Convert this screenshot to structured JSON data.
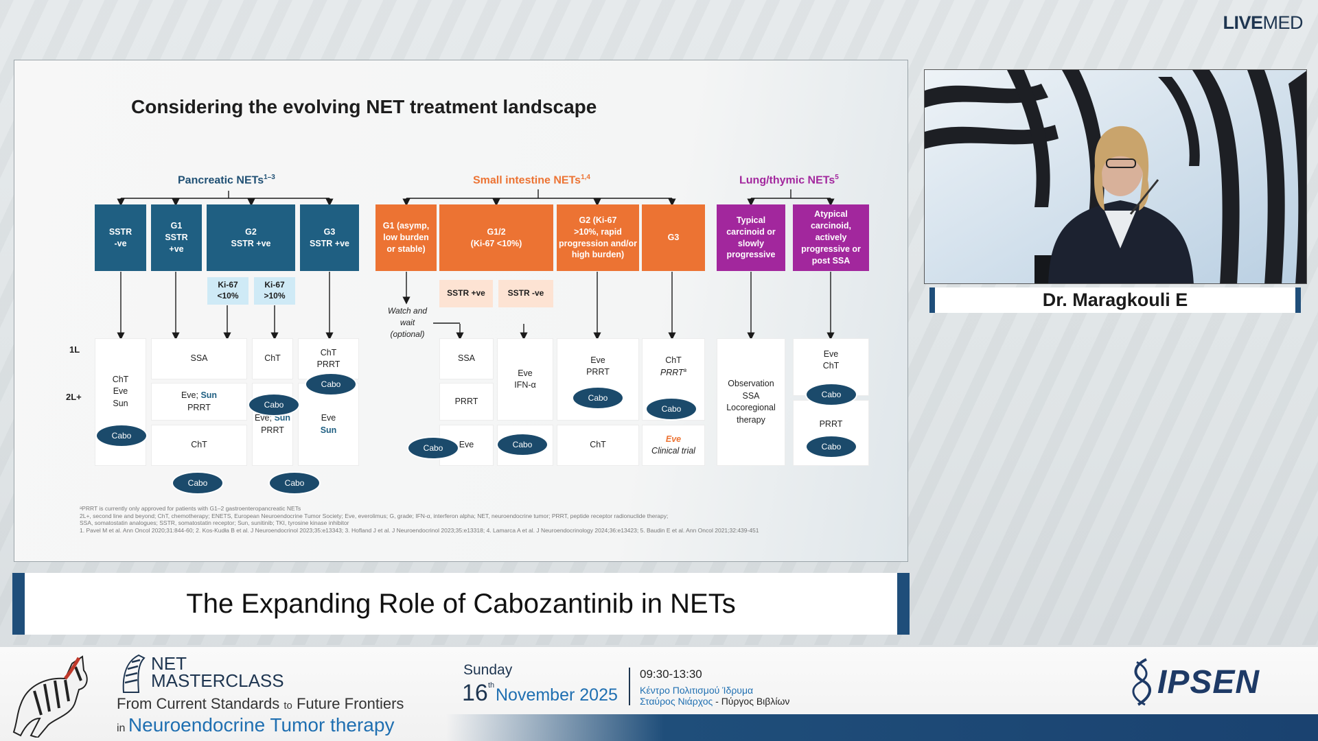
{
  "brand": {
    "live": "LIVE",
    "med": "MED"
  },
  "slide": {
    "title": "Considering the evolving NET treatment landscape",
    "sections": {
      "pancreatic": {
        "title": "Pancreatic NETs",
        "sup": "1–3",
        "color": "#1f5f82"
      },
      "small_intestine": {
        "title": "Small intestine NETs",
        "sup": "1,4",
        "color": "#ec7333"
      },
      "lung": {
        "title": "Lung/thymic NETs",
        "sup": "5",
        "color": "#a2279d"
      }
    },
    "line_labels": {
      "first": "1L",
      "second": "2L+"
    },
    "pancreatic_boxes": [
      "SSTR\n-ve",
      "G1\nSSTR\n+ve",
      "G2\nSSTR +ve",
      "G3\nSSTR +ve"
    ],
    "pancreatic_subs": [
      "Ki-67\n<10%",
      "Ki-67\n>10%"
    ],
    "si_boxes": [
      "G1 (asymp,\nlow burden\nor stable)",
      "G1/2\n(Ki-67 <10%)",
      "G2 (Ki-67\n>10%, rapid\nprogression and/or\nhigh burden)",
      "G3"
    ],
    "si_subs": [
      "SSTR +ve",
      "SSTR -ve"
    ],
    "watch_wait": "Watch and\nwait\n(optional)",
    "lung_boxes": [
      "Typical\ncarcinoid or\nslowly\nprogressive",
      "Atypical\ncarcinoid,\nactively\nprogressive or\npost SSA"
    ],
    "cells": {
      "p1": "ChT\nEve\nSun",
      "p2a": "SSA",
      "p2b_pre": "Eve; ",
      "p2b_sun": "Sun",
      "p2b_post": "\nPRRT",
      "p2c": "ChT",
      "p3a": "ChT",
      "p3b_pre": "Eve; ",
      "p3b_sun": "Sun",
      "p3b_post": "\nPRRT",
      "p4a": "ChT\nPRRT",
      "p4b_eve": "Eve",
      "p4b_sun": "Sun",
      "s1a": "SSA",
      "s1b": "PRRT",
      "s1c": "Eve",
      "s2": "Eve\nIFN-α",
      "s3a": "Eve\nPRRT",
      "s3b": "ChT",
      "s4a_cht": "ChT",
      "s4a_prrt": "PRRT",
      "s4a_sup": "a",
      "s4b_eve": "Eve",
      "s4b_trial": "Clinical trial",
      "l1": "Observation\nSSA\nLocoregional\ntherapy",
      "l2a": "Eve\nChT",
      "l2b": "PRRT"
    },
    "cabo_label": "Cabo",
    "footnotes": [
      "ᵃPRRT is currently only approved for patients with G1–2 gastroenteropancreatic NETs",
      "2L+, second line and beyond; ChT, chemotherapy; ENETS, European Neuroendocrine Tumor Society; Eve, everolimus; G, grade; IFN-α, interferon alpha; NET, neuroendocrine tumor; PRRT, peptide receptor radionuclide therapy;",
      "SSA, somatostatin analogues; SSTR, somatostatin receptor; Sun, sunitinib; TKI, tyrosine kinase inhibitor",
      "1. Pavel M et al. Ann Oncol 2020;31:844-60; 2. Kos-Kudła B et al. J Neuroendocrinol 2023;35:e13343; 3. Hofland J et al. J Neuroendocrinol 2023;35:e13318; 4. Lamarca A et al. J Neuroendocrinology 2024;36:e13423; 5. Baudin E et al. Ann Oncol 2021;32:439-451"
    ]
  },
  "speaker": {
    "name": "Dr. Maragkouli E"
  },
  "caption": "The Expanding Role of Cabozantinib in NETs",
  "footer": {
    "net": "NET",
    "masterclass": "MASTERCLASS",
    "tagline_a": "From Current Standards ",
    "tagline_to": "to",
    "tagline_b": " Future Frontiers",
    "tagline_in": "in ",
    "tagline_c": "Neuroendocrine Tumor therapy",
    "day": "Sunday",
    "date_num": "16",
    "date_th": "th",
    "month_year": "November 2025",
    "time": "09:30-13:30",
    "venue_line1": "Κέντρο Πολιτισμού Ίδρυμα",
    "venue_line2a": "Σταύρος Νιάρχος",
    "venue_line2b": " - Πύργος Βιβλίων",
    "sponsor": "IPSEN"
  }
}
